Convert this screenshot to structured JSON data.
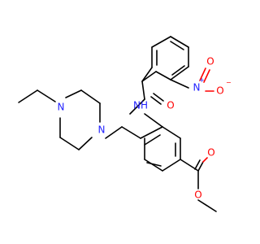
{
  "labels": {
    "piperazine_n_top": "N",
    "piperazine_n_bottom": "N",
    "amide_nh": "NH",
    "amide_o": "O",
    "nitro_n": "N",
    "nitro_n_charge": "+",
    "nitro_o_right": "O",
    "nitro_o_left": "O",
    "nitro_o_charge": "−",
    "ester_o_carbonyl": "O",
    "ester_o_methoxy": "O"
  },
  "colors": {
    "carbon_bond": "#000000",
    "nitrogen": "#1f1fff",
    "oxygen": "#ff0000",
    "background": "#ffffff"
  }
}
